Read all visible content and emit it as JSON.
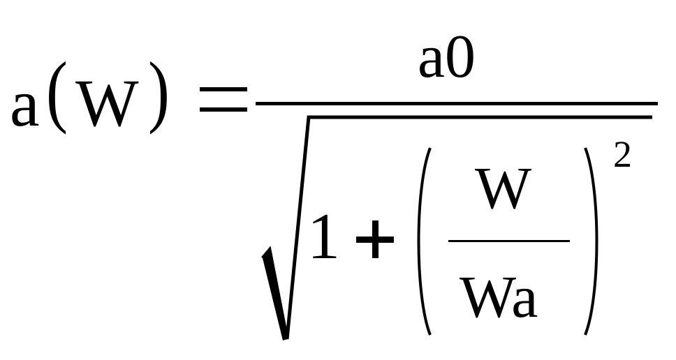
{
  "formula": {
    "lhs_function": "a",
    "lhs_open_paren": "(",
    "lhs_variable": "W",
    "lhs_close_paren": ")",
    "equals": "=",
    "numerator": "a0",
    "radicand_one": "1",
    "plus": "+",
    "inner_numerator": "W",
    "inner_denominator": "Wa",
    "exponent": "2"
  }
}
